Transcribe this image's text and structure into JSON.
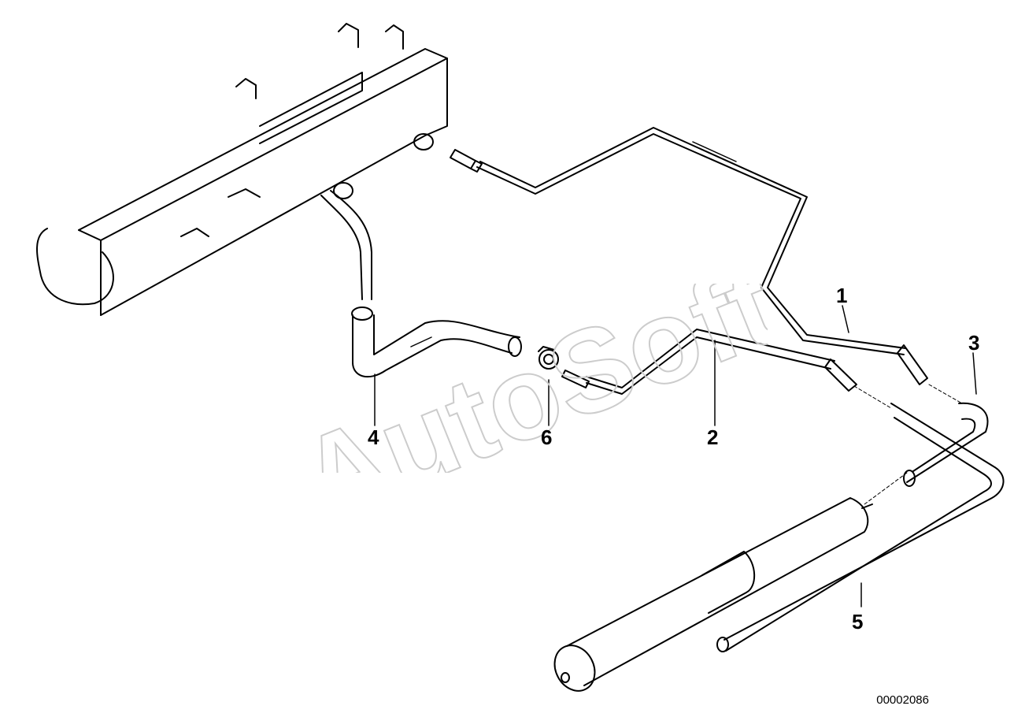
{
  "watermark": "AutoSoft",
  "part_labels": [
    "1",
    "2",
    "3",
    "4",
    "5",
    "6"
  ],
  "diagram_code": "00002086"
}
